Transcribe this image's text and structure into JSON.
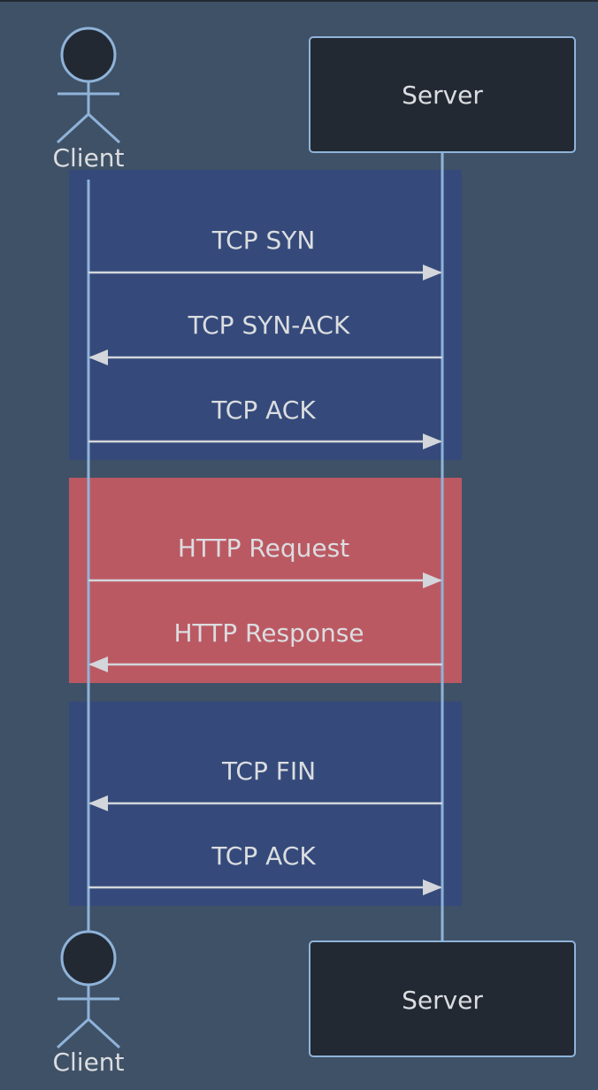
{
  "participants": {
    "client": {
      "label": "Client"
    },
    "server": {
      "label": "Server"
    }
  },
  "blocks": [
    {
      "id": "tcp-handshake",
      "color": "#354a7a"
    },
    {
      "id": "http-exchange",
      "color": "#bb5963"
    },
    {
      "id": "tcp-teardown",
      "color": "#354a7a"
    }
  ],
  "messages": [
    {
      "id": "syn",
      "label": "TCP SYN",
      "from": "client",
      "to": "server"
    },
    {
      "id": "syn-ack",
      "label": "TCP SYN-ACK",
      "from": "server",
      "to": "client"
    },
    {
      "id": "ack1",
      "label": "TCP ACK",
      "from": "client",
      "to": "server"
    },
    {
      "id": "http-req",
      "label": "HTTP Request",
      "from": "client",
      "to": "server"
    },
    {
      "id": "http-resp",
      "label": "HTTP Response",
      "from": "server",
      "to": "client"
    },
    {
      "id": "fin",
      "label": "TCP FIN",
      "from": "server",
      "to": "client"
    },
    {
      "id": "ack2",
      "label": "TCP ACK",
      "from": "client",
      "to": "server"
    }
  ],
  "colors": {
    "background": "#3f5166",
    "participant_fill": "#222933",
    "participant_stroke": "#8fb3d9",
    "lifeline": "#8fb3d9",
    "message_line": "#d3d6da",
    "text": "#dbdde0"
  }
}
